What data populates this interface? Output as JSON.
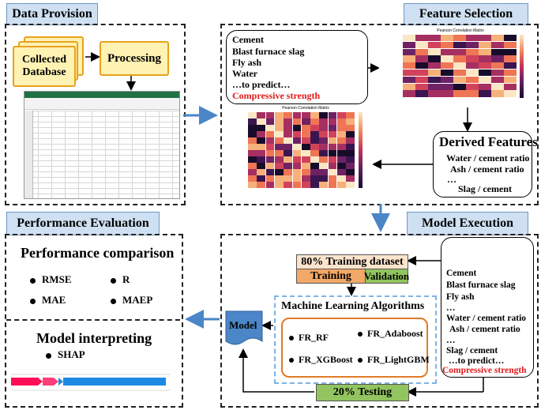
{
  "sections": {
    "data_provision": "Data Provision",
    "feature_selection": "Feature Selection",
    "performance_evaluation": "Performance Evaluation",
    "model_execution": "Model Execution"
  },
  "data_provision": {
    "database_label": "Collected Database",
    "processing_label": "Processing"
  },
  "feature_selection": {
    "features": [
      "Cement",
      "Blast furnace slag",
      "Fly ash",
      "Water",
      "…to predict…"
    ],
    "target": "Compressive strength",
    "heatmap_title": "Pearson Correlation Matrix",
    "derived_title": "Derived Features",
    "derived": [
      "Water / cement ratio",
      "Ash / cement ratio",
      "…",
      "Slag / cement"
    ]
  },
  "performance": {
    "comparison_title": "Performance comparison",
    "metrics": [
      "RMSE",
      "R",
      "MAE",
      "MAEP"
    ],
    "interpreting_title": "Model interpreting",
    "shap_label": "SHAP"
  },
  "model_execution": {
    "training_dataset": "80% Training dataset",
    "training": "Training",
    "validation": "Validation",
    "ml_title": "Machine Learning Algorithms",
    "algorithms": [
      "FR_RF",
      "FR_Adaboost",
      "FR_XGBoost",
      "FR_LightGBM"
    ],
    "model_label": "Model",
    "testing": "20% Testing",
    "inputs": [
      "Cement",
      "Blast furnace slag",
      "Fly ash",
      "…",
      "Water / cement ratio",
      "Ash / cement ratio",
      "…",
      "Slag / cement",
      "…to predict…"
    ],
    "target": "Compressive strength"
  },
  "colors": {
    "header_fill": "#cfe0f2",
    "arrow_blue": "#4a86c8",
    "database_fill": "#fff2b3",
    "database_border": "#e8a21c",
    "target_red": "#e21a1a",
    "training_fill": "#f2a867",
    "validation_fill": "#92c460",
    "testing_fill": "#92c460",
    "ml_border": "#7fb2e5",
    "algo_border": "#e07b27"
  }
}
